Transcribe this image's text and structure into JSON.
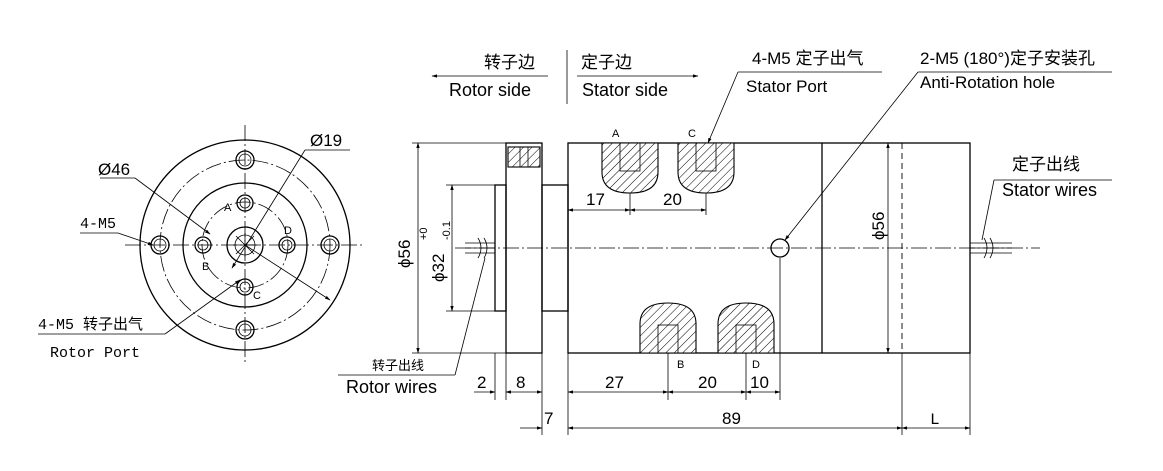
{
  "side_labels": {
    "rotor_cn": "转子边",
    "stator_cn": "定子边",
    "rotor_en": "Rotor side",
    "stator_en": "Stator side"
  },
  "callouts": {
    "stator_port_cn": "4-M5 定子出气",
    "stator_port_en": "Stator Port",
    "anti_rotation_cn": "2-M5 (180°)定子安装孔",
    "anti_rotation_en": "Anti-Rotation hole",
    "stator_wires_cn": "定子出线",
    "stator_wires_en": "Stator wires",
    "rotor_wires_cn": "转子出线",
    "rotor_wires_en": "Rotor wires",
    "rotor_port_cn": "4-M5 转子出气",
    "rotor_port_en": "Rotor Port",
    "thread_4m5": "4-M5"
  },
  "front_view": {
    "dia_outer": "Ø46",
    "dia_inner": "Ø19",
    "port_a": "A",
    "port_b": "B",
    "port_c": "C",
    "port_d": "D"
  },
  "side_view": {
    "dia_body": "ϕ56",
    "dia_body_right": "ϕ56",
    "dia_shaft": "ϕ32",
    "tol_upper": "+0",
    "tol_lower": "-0.1",
    "dim_17": "17",
    "dim_20_top": "20",
    "dim_2": "2",
    "dim_8": "8",
    "dim_27": "27",
    "dim_20_bottom": "20",
    "dim_10": "10",
    "dim_7": "7",
    "dim_89": "89",
    "dim_L": "L",
    "port_a": "A",
    "port_b": "B",
    "port_c": "C",
    "port_d": "D"
  }
}
